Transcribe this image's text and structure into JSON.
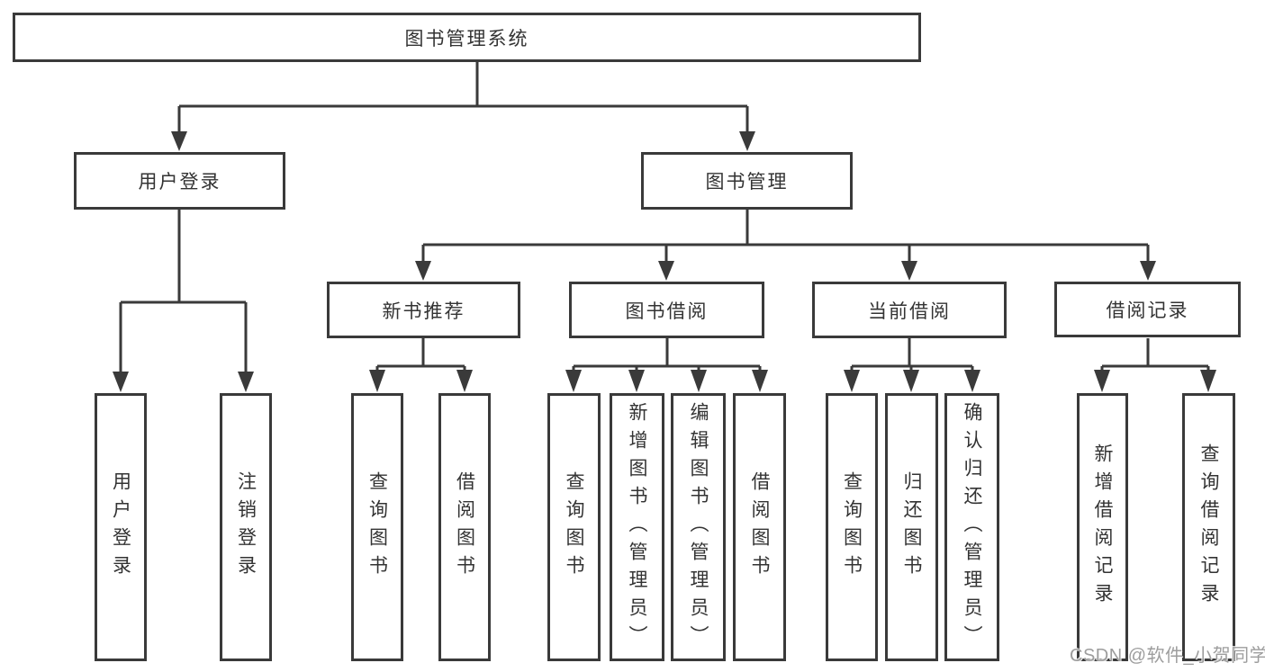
{
  "tree": {
    "root": {
      "label": "图书管理系统",
      "children": [
        {
          "label": "用户登录",
          "children": [
            {
              "label": "用户登录"
            },
            {
              "label": "注销登录"
            }
          ]
        },
        {
          "label": "图书管理",
          "children": [
            {
              "label": "新书推荐",
              "children": [
                {
                  "label": "查询图书"
                },
                {
                  "label": "借阅图书"
                }
              ]
            },
            {
              "label": "图书借阅",
              "children": [
                {
                  "label": "查询图书"
                },
                {
                  "label": "新增图书（管理员）"
                },
                {
                  "label": "编辑图书（管理员）"
                },
                {
                  "label": "借阅图书"
                }
              ]
            },
            {
              "label": "当前借阅",
              "children": [
                {
                  "label": "查询图书"
                },
                {
                  "label": "归还图书"
                },
                {
                  "label": "确认归还（管理员）"
                }
              ]
            },
            {
              "label": "借阅记录",
              "children": [
                {
                  "label": "新增借阅记录"
                },
                {
                  "label": "查询借阅记录"
                }
              ]
            }
          ]
        }
      ]
    }
  },
  "watermark": "CSDN @软件_小贺同学",
  "colors": {
    "line": "#3a3a3a",
    "box_border": "#3a3a3a",
    "box_fill": "#ffffff",
    "text": "#333333",
    "watermark": "#9d9d9d",
    "background": "#ffffff"
  }
}
